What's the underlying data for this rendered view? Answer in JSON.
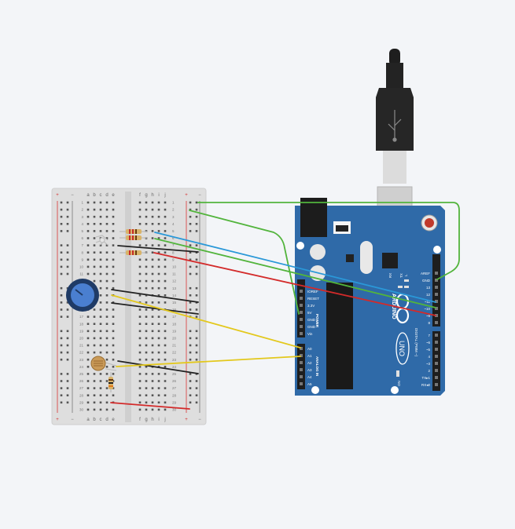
{
  "breadboard": {
    "columns_left": [
      "a",
      "b",
      "c",
      "d",
      "e"
    ],
    "columns_right": [
      "f",
      "g",
      "h",
      "i",
      "j"
    ],
    "rows": [
      "1",
      "2",
      "3",
      "4",
      "5",
      "6",
      "7",
      "8",
      "9",
      "10",
      "11",
      "12",
      "13",
      "14",
      "15",
      "16",
      "17",
      "18",
      "19",
      "20",
      "21",
      "22",
      "23",
      "24",
      "25",
      "26",
      "27",
      "28",
      "29",
      "30"
    ],
    "rail_plus": "+",
    "rail_minus": "−"
  },
  "arduino": {
    "model": "UNO",
    "brand": "ARDUINO",
    "digital_label": "DIGITAL (PWM ~)",
    "power_label": "POWER",
    "analog_label": "ANALOG IN",
    "on_label": "ON",
    "l_label": "L",
    "tx_label": "TX",
    "rx_label": "RX",
    "power_pins": [
      "IOREF",
      "RESET",
      "3.3V",
      "5V",
      "GND",
      "GND",
      "Vin"
    ],
    "analog_pins": [
      "A0",
      "A1",
      "A2",
      "A3",
      "A4",
      "A5"
    ],
    "digital_top_pins": [
      "AREF",
      "GND",
      "13",
      "12",
      "~11",
      "~10",
      "~9",
      "8"
    ],
    "digital_bottom_pins": [
      "7",
      "~6",
      "~5",
      "4",
      "~3",
      "2",
      "TX▸1",
      "RX◂0"
    ]
  },
  "colors": {
    "board": "#2f6aa8",
    "wire_green": "#52b43c",
    "wire_blue": "#2a98d8",
    "wire_red": "#d32a2a",
    "wire_black": "#222222",
    "wire_yellow": "#e3c81c"
  }
}
